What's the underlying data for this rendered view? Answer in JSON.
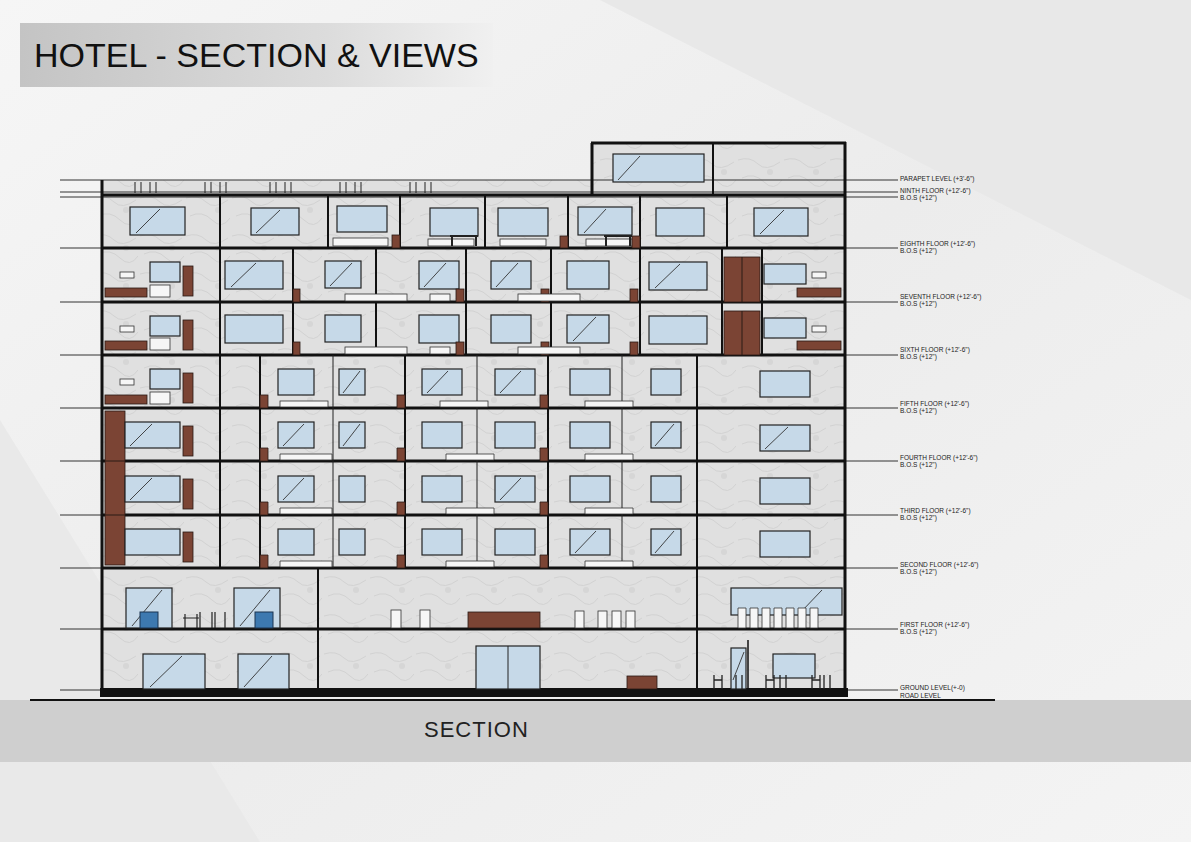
{
  "diagram": {
    "title": "HOTEL - SECTION & VIEWS",
    "caption": "SECTION",
    "labels": [
      "PARAPET LEVEL (+3'-6\")",
      "NINTH FLOOR (+12'-6\")",
      "B.O.S (+12\")",
      "EIGHTH FLOOR (+12'-6\")",
      "B.O.S (+12\")",
      "SEVENTH FLOOR (+12'-6\")",
      "B.O.S (+12\")",
      "SIXTH FLOOR (+12'-6\")",
      "B.O.S (+12\")",
      "FIFTH FLOOR (+12'-6\")",
      "B.O.S (+12\")",
      "FOURTH FLOOR (+12'-6\")",
      "B.O.S (+12\")",
      "THIRD FLOOR (+12'-6\")",
      "B.O.S (+12\")",
      "SECOND FLOOR (+12'-6\")",
      "B.O.S (+12\")",
      "FIRST FLOOR (+12'-6\")",
      "B.O.S (+12\")",
      "GROUND LEVEL(+-0)",
      "ROAD LEVEL"
    ]
  }
}
